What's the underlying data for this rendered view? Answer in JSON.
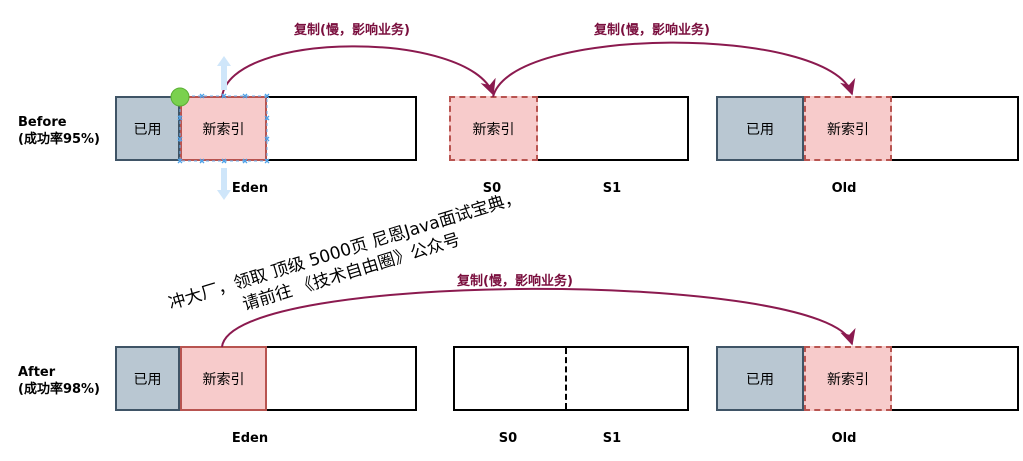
{
  "rows": {
    "before": {
      "label_line1": "Before",
      "label_line2": "(成功率95%)"
    },
    "after": {
      "label_line1": "After",
      "label_line2": "(成功率98%)"
    }
  },
  "cells": {
    "used": "已用",
    "new_index": "新索引"
  },
  "regions": {
    "eden": "Eden",
    "s0": "S0",
    "s1": "S1",
    "old": "Old"
  },
  "copy_label": "复制(慢，影响业务)",
  "watermark": {
    "line1": "冲大厂，领取 顶级  5000页 尼恩Java面试宝典，",
    "line2": "请前往 《技术自由圈》公众号"
  },
  "colors": {
    "used_fill": "#b9c7d2",
    "used_border": "#3f5466",
    "index_fill": "#f7cbcb",
    "index_border": "#b85450",
    "arrow": "#8b1a4f"
  }
}
